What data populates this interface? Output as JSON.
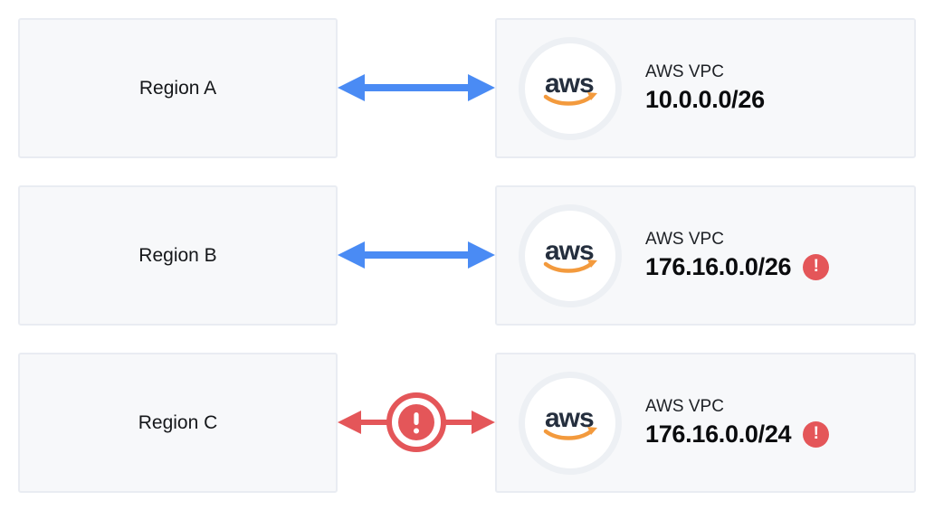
{
  "diagram_title": "vpc-peering-cidr-conflict-diagram",
  "colors": {
    "background": "#ffffff",
    "box_background": "#f7f8fa",
    "box_border": "#e9ecf2",
    "arrow_blue": "#4a8bf4",
    "error_red": "#e45659",
    "aws_navy": "#252f3e",
    "aws_orange": "#f39a3d",
    "text_dark": "#15171a"
  },
  "aws_logo": {
    "wordmark": "aws"
  },
  "icons": {
    "error_glyph": "!",
    "connection_ok": "bidirectional-arrow",
    "connection_error": "bidirectional-arrow-with-error-badge"
  },
  "rows": [
    {
      "region": {
        "label": "Region A"
      },
      "connection": {
        "type": "ok"
      },
      "vpc": {
        "provider": "aws",
        "label": "AWS VPC",
        "cidr": "10.0.0.0/26",
        "error": false
      }
    },
    {
      "region": {
        "label": "Region B"
      },
      "connection": {
        "type": "ok"
      },
      "vpc": {
        "provider": "aws",
        "label": "AWS VPC",
        "cidr": "176.16.0.0/26",
        "error": true
      }
    },
    {
      "region": {
        "label": "Region C"
      },
      "connection": {
        "type": "error"
      },
      "vpc": {
        "provider": "aws",
        "label": "AWS VPC",
        "cidr": "176.16.0.0/24",
        "error": true
      }
    }
  ]
}
